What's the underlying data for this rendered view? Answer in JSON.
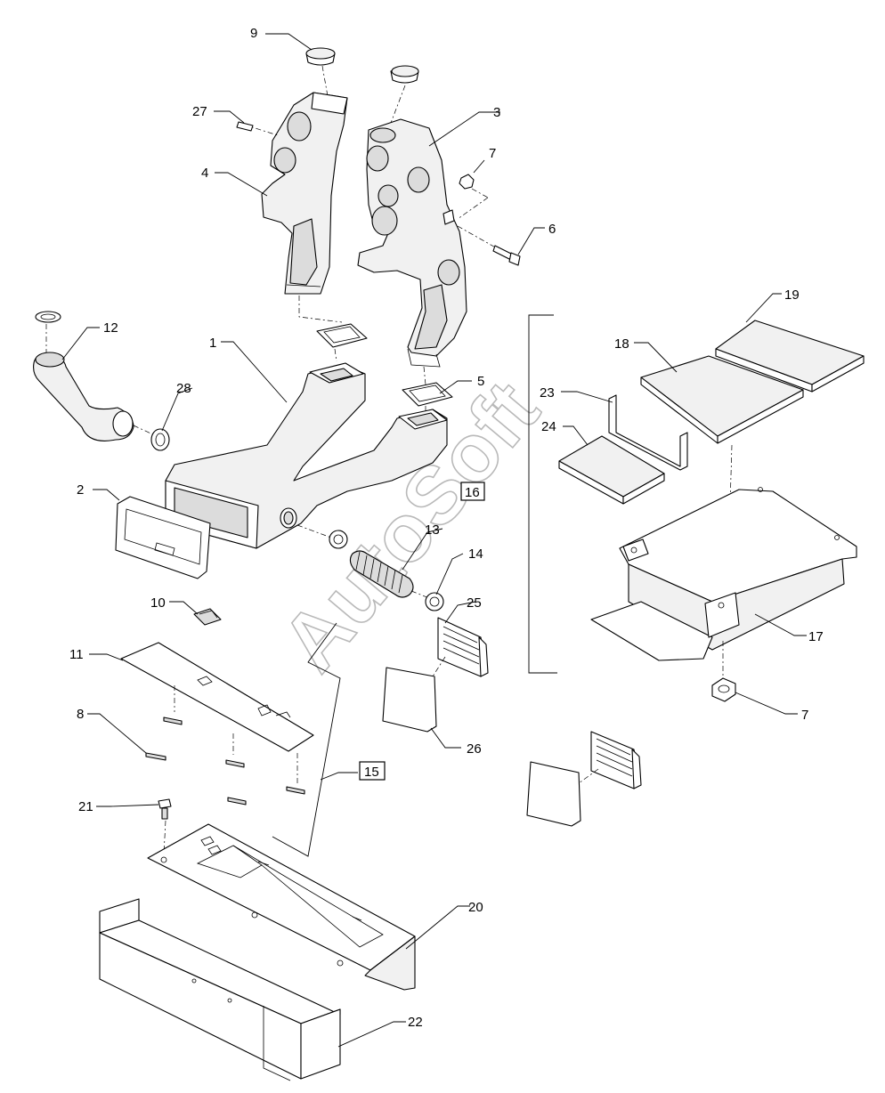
{
  "watermark": "AutoSoft",
  "callouts": {
    "c1": "1",
    "c2": "2",
    "c3": "3",
    "c4": "4",
    "c5": "5",
    "c6": "6",
    "c7a": "7",
    "c7b": "7",
    "c8": "8",
    "c9": "9",
    "c10": "10",
    "c11": "11",
    "c12": "12",
    "c13": "13",
    "c14": "14",
    "c15": "15",
    "c16": "16",
    "c17": "17",
    "c18": "18",
    "c19": "19",
    "c20": "20",
    "c21": "21",
    "c22": "22",
    "c23": "23",
    "c24": "24",
    "c25": "25",
    "c26": "26",
    "c27": "27",
    "c28": "28"
  }
}
